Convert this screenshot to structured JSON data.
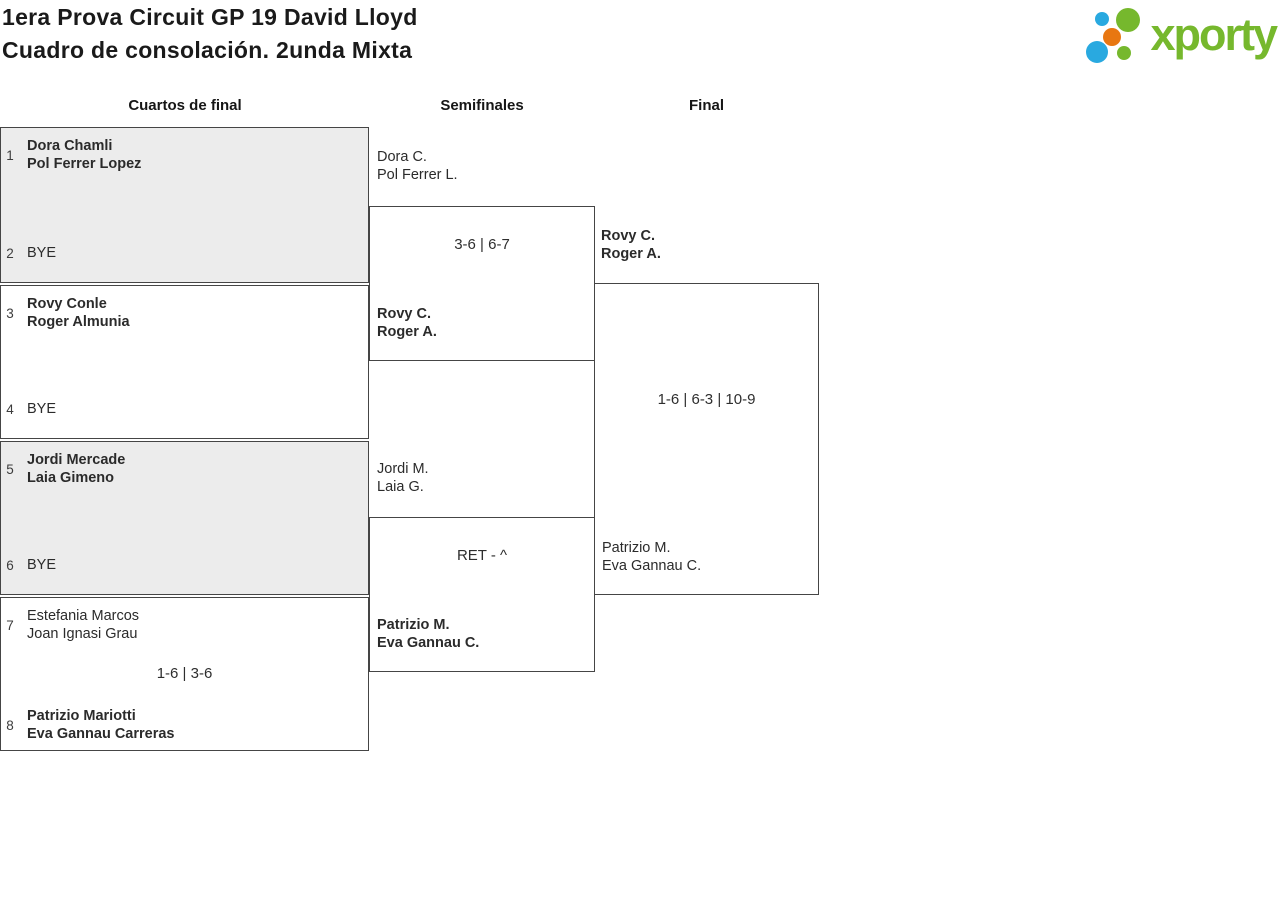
{
  "header": {
    "title_line1": "1era Prova Circuit GP 19 David Lloyd",
    "title_line2": "Cuadro de consolación. 2unda Mixta"
  },
  "logo": {
    "text": "xporty",
    "colors": {
      "green": "#76b82d",
      "blue": "#29a9e0",
      "orange": "#e87711"
    }
  },
  "rounds": [
    {
      "label": "Cuartos de final"
    },
    {
      "label": "Semifinales"
    },
    {
      "label": "Final"
    }
  ],
  "quarterfinals": [
    {
      "seed1": "1",
      "team1": [
        "Dora Chamli",
        "Pol Ferrer Lopez"
      ],
      "team1_winner": true,
      "score": "",
      "seed2": "2",
      "team2": [
        "BYE"
      ],
      "team2_winner": false
    },
    {
      "seed1": "3",
      "team1": [
        "Rovy Conle",
        "Roger Almunia"
      ],
      "team1_winner": true,
      "score": "",
      "seed2": "4",
      "team2": [
        "BYE"
      ],
      "team2_winner": false
    },
    {
      "seed1": "5",
      "team1": [
        "Jordi Mercade",
        "Laia Gimeno"
      ],
      "team1_winner": true,
      "score": "",
      "seed2": "6",
      "team2": [
        "BYE"
      ],
      "team2_winner": false
    },
    {
      "seed1": "7",
      "team1": [
        "Estefania Marcos",
        "Joan Ignasi Grau"
      ],
      "team1_winner": false,
      "score": "1-6 | 3-6",
      "seed2": "8",
      "team2": [
        "Patrizio Mariotti",
        "Eva Gannau Carreras"
      ],
      "team2_winner": true
    }
  ],
  "semifinals": [
    {
      "team1": [
        "Dora C.",
        "Pol Ferrer L."
      ],
      "team1_winner": false,
      "score": "3-6 | 6-7",
      "team2": [
        "Rovy C.",
        "Roger A."
      ],
      "team2_winner": true
    },
    {
      "team1": [
        "Jordi M.",
        "Laia G."
      ],
      "team1_winner": false,
      "score": "RET - ^",
      "team2": [
        "Patrizio M.",
        "Eva Gannau C."
      ],
      "team2_winner": true
    }
  ],
  "final": {
    "team1": [
      "Rovy C.",
      "Roger A."
    ],
    "team1_winner": true,
    "score": "1-6 | 6-3 | 10-9",
    "team2": [
      "Patrizio M.",
      "Eva Gannau C."
    ],
    "team2_winner": false
  },
  "colors": {
    "box_fill_alt": "#ececec",
    "line": "#454545",
    "text": "#2b2b2b"
  }
}
